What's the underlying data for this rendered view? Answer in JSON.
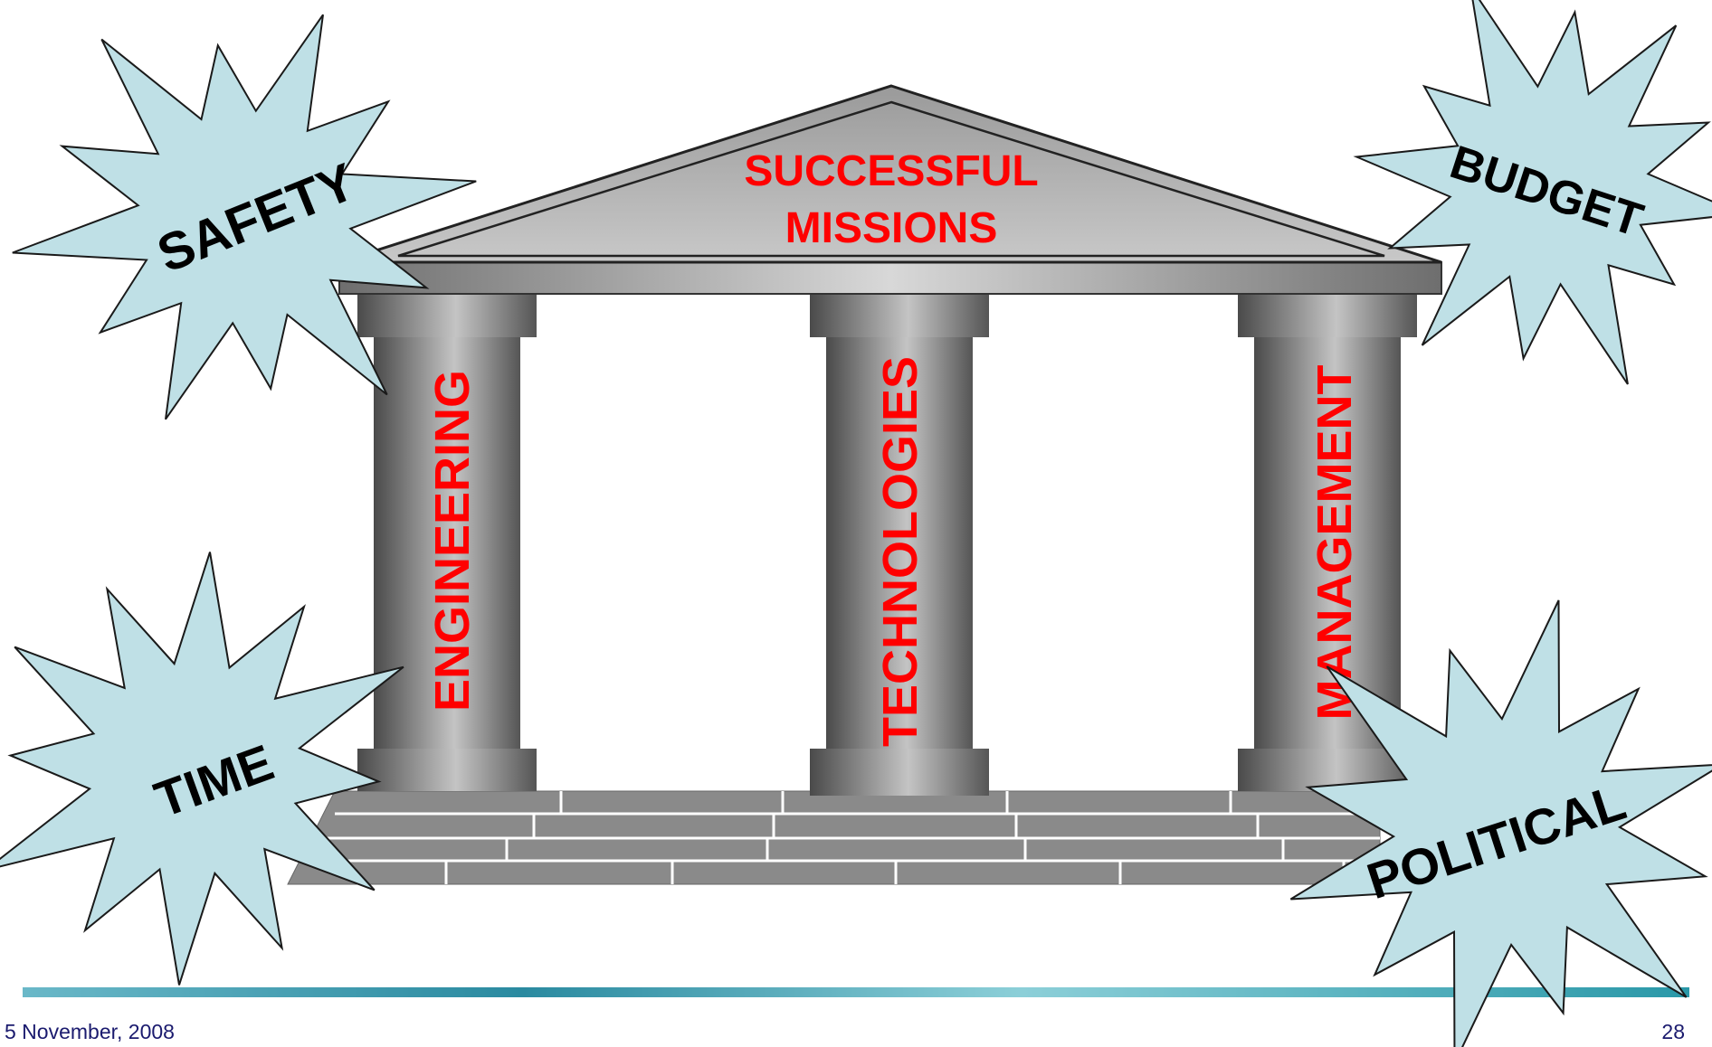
{
  "roof": {
    "line1": "SUCCESSFUL",
    "line2": "MISSIONS"
  },
  "pillars": [
    {
      "label": "ENGINEERING"
    },
    {
      "label": "TECHNOLOGIES"
    },
    {
      "label": "MANAGEMENT"
    }
  ],
  "bursts": {
    "safety": "SAFETY",
    "budget": "BUDGET",
    "time": "TIME",
    "political": "POLITICAL"
  },
  "footer": {
    "date": "5 November, 2008",
    "page": "28"
  },
  "colors": {
    "label_red": "#ff0000",
    "burst_fill": "#bfe0e6",
    "stone": "#888888",
    "footer_bar": "#2aa0b0"
  }
}
